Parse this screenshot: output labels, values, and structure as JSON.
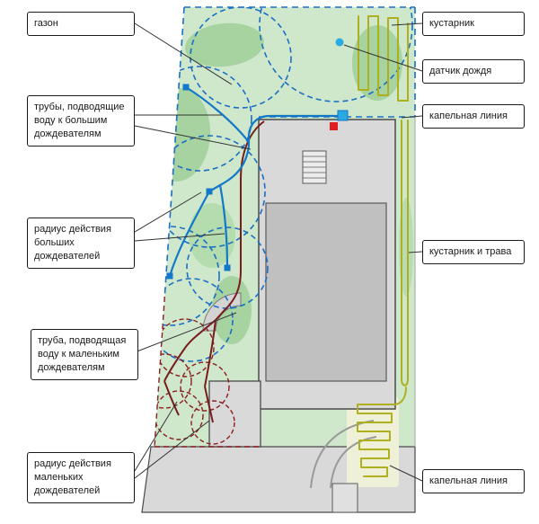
{
  "figure": {
    "type": "irrigation-plan-diagram",
    "language": "ru"
  },
  "labels": {
    "lawn": "газон",
    "pipes_to_large_sprinklers": "трубы, подводящие воду к большим дождевателям",
    "large_sprinklers_radius": "радиус действия больших дождевателей",
    "pipe_to_small_sprinklers": "труба, подводящая воду к маленьким дождевателям",
    "small_sprinklers_radius": "радиус действия маленьких дождевателей",
    "shrub": "кустарник",
    "rain_sensor": "датчик дождя",
    "drip_line_top": "капельная линия",
    "shrub_and_grass": "кустарник и трава",
    "drip_line_bottom": "капельная линия"
  },
  "colors": {
    "lawn_green": "#cfe8cc",
    "dark_green_patch": "#a6d3a0",
    "pipe_blue": "#1278c8",
    "large_sprinkler_radius_blue": "#1a6fc4",
    "small_sprinkler_maroon": "#8a1f1f",
    "drip_line_olive": "#b0b01e",
    "rain_sensor_blue": "#29abe2",
    "valve_red": "#e02020",
    "paving_gray": "#d9d9d9",
    "building_gray": "#c0c0c0",
    "leader_line": "#333333"
  }
}
